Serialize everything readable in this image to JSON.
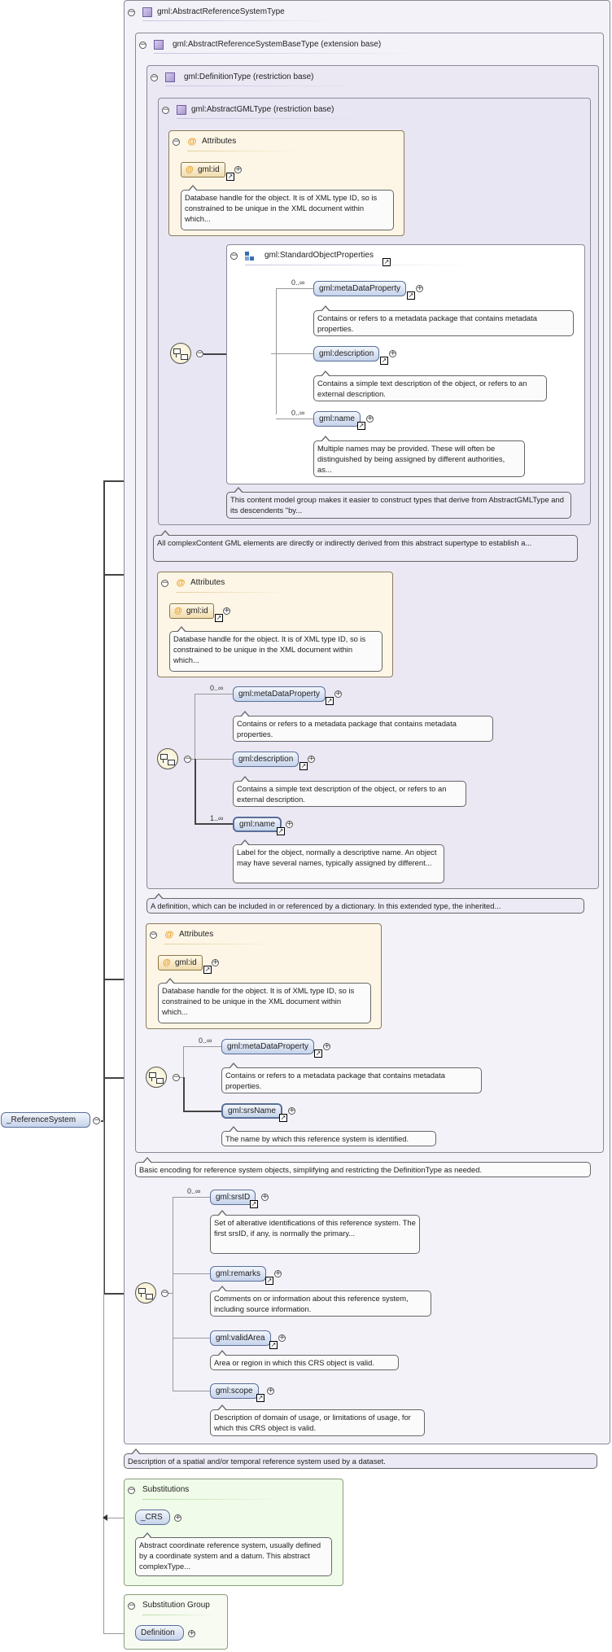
{
  "root": {
    "label": "_ReferenceSystem"
  },
  "t1": {
    "title": "gml:AbstractReferenceSystemType",
    "note": "Description of a spatial and/or temporal reference system used by a dataset."
  },
  "t2": {
    "title": "gml:AbstractReferenceSystemBaseType (extension base)",
    "note": "Basic encoding for reference system objects, simplifying and restricting the DefinitionType as needed."
  },
  "t3": {
    "title": "gml:DefinitionType (restriction base)",
    "note": "A definition, which can be included in or referenced by a dictionary. In this extended type, the inherited..."
  },
  "t4": {
    "title": "gml:AbstractGMLType (restriction base)",
    "note": "All complexContent GML elements are directly or indirectly derived from this abstract supertype to establish a..."
  },
  "attrs": {
    "title": "Attributes",
    "id_label": "gml:id",
    "id_note": "Database handle for the object. It is of XML type ID, so is constrained to be unique in the XML document within which..."
  },
  "group": {
    "title": "gml:StandardObjectProperties",
    "note": "This content model group makes it easier to construct types that derive from AbstractGMLType and its descendents \"by..."
  },
  "g_items": {
    "meta_card": "0..∞",
    "meta": "gml:metaDataProperty",
    "meta_note": "Contains or refers to a metadata package that contains metadata properties.",
    "desc": "gml:description",
    "desc_note": "Contains a simple text description of the object, or refers to an external description.",
    "name_card": "0..∞",
    "name": "gml:name",
    "name_note": "Multiple names may be provided. These will often be distinguished by being assigned by different authorities, as..."
  },
  "d_items": {
    "meta_card": "0..∞",
    "meta": "gml:metaDataProperty",
    "meta_note": "Contains or refers to a metadata package that contains metadata properties.",
    "desc": "gml:description",
    "desc_note": "Contains a simple text description of the object, or refers to an external description.",
    "name_card": "1..∞",
    "name": "gml:name",
    "name_note": "Label for the object, normally a descriptive name. An object may have several names, typically assigned by different..."
  },
  "b_items": {
    "meta_card": "0..∞",
    "meta": "gml:metaDataProperty",
    "meta_note": "Contains or refers to a metadata package that contains metadata properties.",
    "srs": "gml:srsName",
    "srs_note": "The name by which this reference system is identified."
  },
  "r_items": {
    "srsid_card": "0..∞",
    "srsid": "gml:srsID",
    "srsid_note": "Set of alterative identifications of this reference system. The first srsID, if any, is normally the primary...",
    "remarks": "gml:remarks",
    "remarks_note": "Comments on or information about this reference system, including source information.",
    "valid": "gml:validArea",
    "valid_note": "Area or region in which this CRS object is valid.",
    "scope": "gml:scope",
    "scope_note": "Description of domain of usage, or limitations of usage, for which this CRS object is valid."
  },
  "subs": {
    "title": "Substitutions",
    "crs": "_CRS",
    "crs_note": "Abstract coordinate reference system, usually defined by a coordinate system and a datum. This abstract complexType..."
  },
  "sg": {
    "title": "Substitution Group",
    "def": "Definition"
  },
  "symbols": {
    "minus": "−",
    "plus": "+",
    "link": "↗",
    "at": "@"
  }
}
